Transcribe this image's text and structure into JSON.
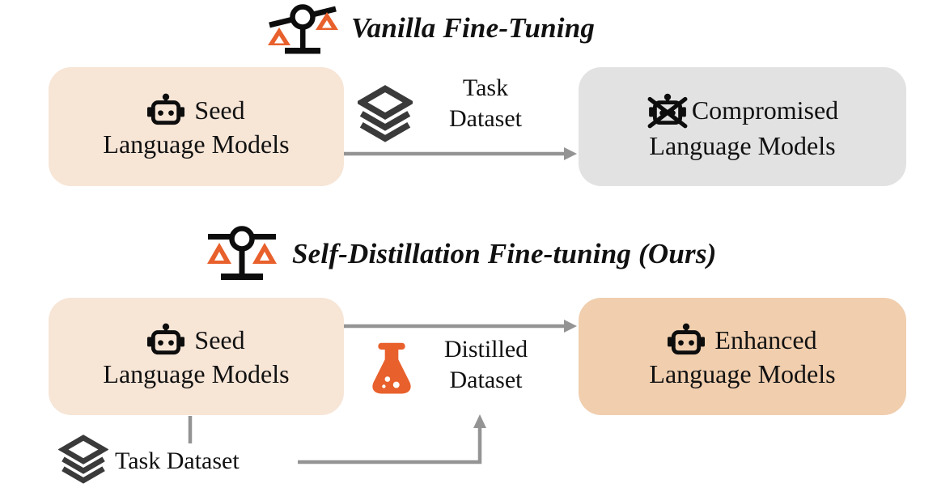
{
  "colors": {
    "peach_light": "#f7e5d6",
    "peach_dark": "#f0ceae",
    "gray_box": "#e2e2e2",
    "arrow_gray": "#949494",
    "orange": "#e8602c",
    "icon_dark": "#3a3a3a",
    "text": "#111111"
  },
  "icons": {
    "vanilla_title": "unbalanced-scale-icon",
    "sdft_title": "balanced-scale-icon",
    "seed_box": "robot-icon",
    "compromised_box": "crossed-robot-icon",
    "enhanced_box": "robot-icon",
    "task_dataset": "layers-icon",
    "distilled_dataset": "flask-icon"
  },
  "vanilla": {
    "title": "Vanilla Fine-Tuning",
    "seed": {
      "line1": "Seed",
      "line2": "Language Models"
    },
    "dataset": {
      "line1": "Task",
      "line2": "Dataset"
    },
    "result": {
      "line1": "Compromised",
      "line2": "Language Models"
    }
  },
  "sdft": {
    "title": "Self-Distillation Fine-tuning (Ours)",
    "seed": {
      "line1": "Seed",
      "line2": "Language Models"
    },
    "distilled": {
      "line1": "Distilled",
      "line2": "Dataset"
    },
    "result": {
      "line1": "Enhanced",
      "line2": "Language Models"
    },
    "task_dataset": "Task Dataset"
  }
}
